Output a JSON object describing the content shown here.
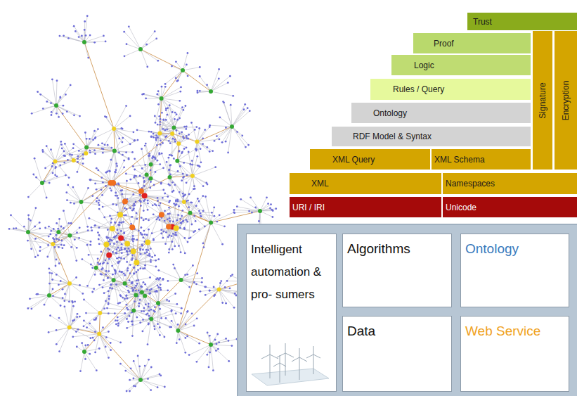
{
  "diagram": {
    "nodes": [
      {
        "text": [
          "Trust"
        ]
      },
      {
        "text": [
          "Proof"
        ]
      },
      {
        "text": [
          "Logic"
        ]
      },
      {
        "text": [
          "Rules / Query"
        ]
      },
      {
        "text": [
          "Ontology"
        ]
      },
      {
        "text": [
          "RDF Model & Syntax"
        ]
      },
      {
        "text": [
          "XML Query"
        ]
      },
      {
        "text": [
          "XML Schema"
        ]
      },
      {
        "text": [
          "XML"
        ]
      },
      {
        "text": [
          "Namespaces"
        ]
      },
      {
        "text": [
          "URI / IRI"
        ]
      },
      {
        "text": [
          "Unicode"
        ]
      },
      {
        "text": [
          "Signature"
        ]
      },
      {
        "text": [
          "Encryption"
        ]
      },
      {
        "text": [
          "Intelligent automation & pro- sumers"
        ]
      },
      {
        "text": [
          "Algorithms"
        ]
      },
      {
        "text": [
          "Ontology"
        ]
      },
      {
        "text": [
          "Data"
        ]
      },
      {
        "text": [
          "Web Service"
        ]
      }
    ]
  }
}
